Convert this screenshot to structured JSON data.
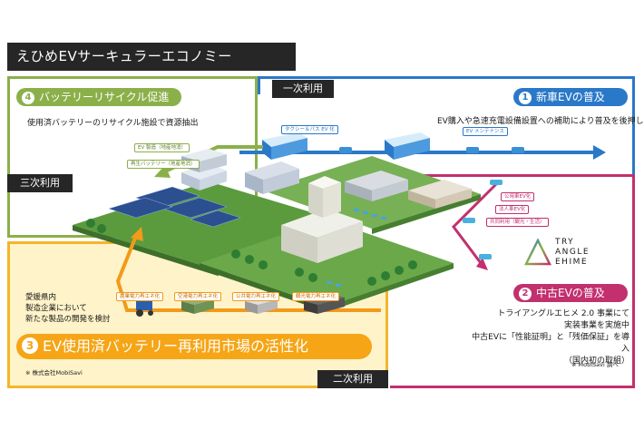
{
  "title": "えひめEVサーキュラーエコノミー",
  "labels": {
    "primary_use": "一次利用",
    "secondary_use": "二次利用",
    "tertiary_use": "三次利用"
  },
  "panel_new_ev": {
    "number": "1",
    "title": "新車EVの普及",
    "description": "EV購入や急速充電設備設置への補助により普及を後押し",
    "tag_taxi_bus": "タクシー＆バス EV 化",
    "tag_maintenance": "EV メンテナンス"
  },
  "panel_used_ev": {
    "number": "2",
    "title": "中古EVの普及",
    "line1": "トライアングルエヒメ 2.0 事業にて",
    "line2": "実装事業を実施中",
    "line3": "中古EVに「性能証明」と「残価保証」を導入",
    "line4": "（国内初の取組）",
    "source": "※ MobiSavi 調べ",
    "tag_public": "公用車EV化",
    "tag_corporate": "法人車EV化",
    "tag_shared": "共同利用（観光・生活）"
  },
  "panel_reuse_market": {
    "number": "3",
    "title": "EV使用済バッテリー再利用市場の活性化",
    "note_line1": "愛媛県内",
    "note_line2": "製造企業において",
    "note_line3": "新たな製品の開発を検討",
    "credit": "※ 株式会社MobiSavi",
    "tag_agri": "農業電力再エネ化",
    "tag_airport": "空港電力再エネ化",
    "tag_public_facility": "公共電力再エネ化",
    "tag_tourism": "観光電力再エネ化"
  },
  "panel_recycle": {
    "number": "4",
    "title": "バッテリーリサイクル促進",
    "description": "使用済バッテリーのリサイクル施設で資源抽出",
    "tag_ev_manufacturing": "EV 製造（地産地消）",
    "tag_recycled_battery": "再生バッテリー（地産地消）"
  },
  "logo": {
    "line1": "TRY",
    "line2": "ANGLE",
    "line3": "EHIME"
  },
  "colors": {
    "blue": "#2a78c8",
    "pink": "#c2306e",
    "green": "#8bb04a",
    "orange": "#f5b52a",
    "dark": "#262626"
  }
}
